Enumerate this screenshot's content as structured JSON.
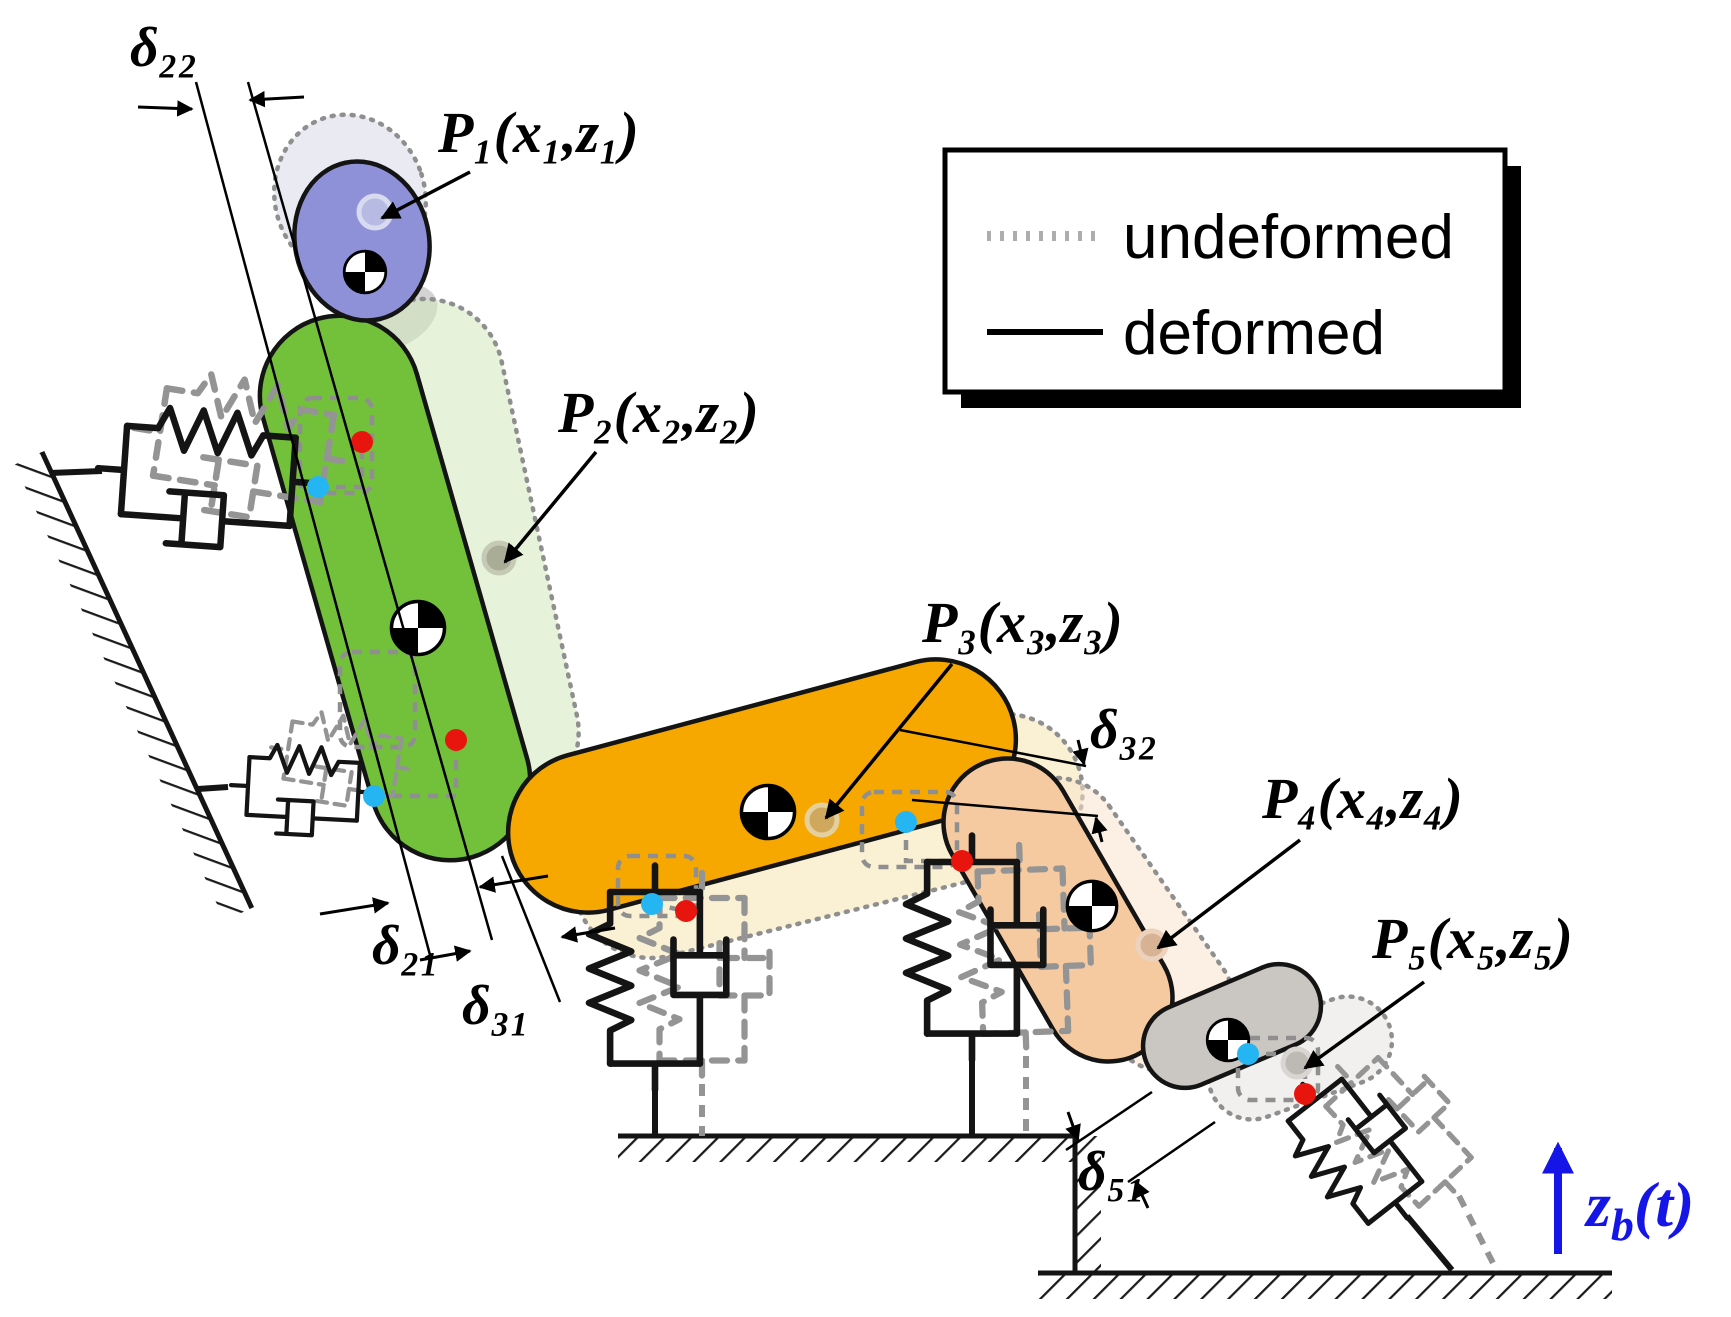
{
  "legend": {
    "undeformed": "undeformed",
    "deformed": "deformed"
  },
  "labels": {
    "p1": "P₁(x₁,z₁)",
    "p2": "P₂(x₂,z₂)",
    "p3": "P₃(x₃,z₃)",
    "p4": "P₄(x₄,z₄)",
    "p5": "P₅(x₅,z₅)",
    "d22": "δ₂₂",
    "d21": "δ₂₁",
    "d31": "δ₃₁",
    "d32": "δ₃₂",
    "d51": "δ₅₁"
  },
  "base_excitation": {
    "symbol": "z",
    "subscript": "b",
    "argument": "(t)"
  },
  "colors": {
    "head": "#8e91d8",
    "head_ghost": "#d9d9ea",
    "torso": "#73c13b",
    "torso_ghost": "#d3e8bd",
    "thigh": "#f7a800",
    "thigh_ghost": "#f6e3ae",
    "shank": "#f6caa0",
    "shank_ghost": "#f8e3cc",
    "foot": "#cac6c2",
    "foot_ghost": "#e6e4e0",
    "joint_red": "#e8150e",
    "joint_cyan": "#25b5f2",
    "excitation_blue": "#1515e8",
    "undeformed_gray": "#979797",
    "deformed_black": "#141414"
  }
}
